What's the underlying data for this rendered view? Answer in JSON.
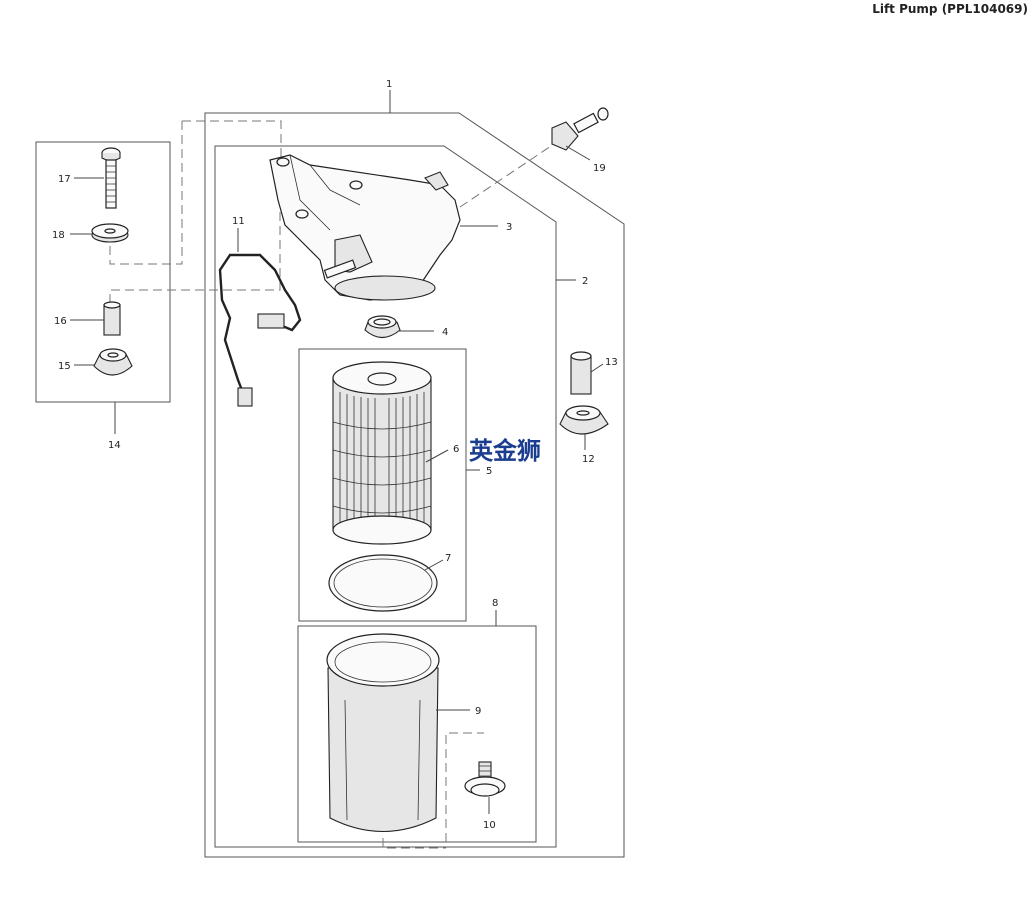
{
  "page_title": "Lift Pump (PPL104069)",
  "watermark": "英金狮",
  "callouts": {
    "c1": "1",
    "c2": "2",
    "c3": "3",
    "c4": "4",
    "c5": "5",
    "c6": "6",
    "c7": "7",
    "c8": "8",
    "c9": "9",
    "c10": "10",
    "c11": "11",
    "c12": "12",
    "c13": "13",
    "c14": "14",
    "c15": "15",
    "c16": "16",
    "c17": "17",
    "c18": "18",
    "c19": "19"
  }
}
